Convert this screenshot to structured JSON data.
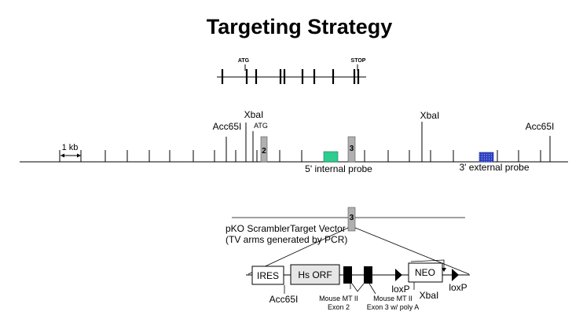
{
  "title": "Targeting Strategy",
  "gene_diagram": {
    "start_label": "ATG",
    "stop_label": "STOP"
  },
  "genomic_map": {
    "scale_label": "1 kb",
    "acc65i_left": "Acc65I",
    "xbai_left": "XbaI",
    "atg_label": "ATG",
    "exon2_label": "2",
    "exon3_label": "3",
    "xbai_right": "XbaI",
    "acc65i_right": "Acc65I",
    "internal_probe_label": "5' internal probe",
    "external_probe_label": "3' external probe"
  },
  "vector": {
    "title_line1": "pKO ScramblerTarget Vector",
    "title_line2": "(TV arms generated by PCR)",
    "exon3_label": "3",
    "ires_label": "IRES",
    "hs_orf_label": "Hs ORF",
    "neo_label": "NEO",
    "acc65i_label": "Acc65I",
    "mt2_ex2_line1": "Mouse MT II",
    "mt2_ex2_line2": "Exon 2",
    "mt2_ex3_line1": "Mouse MT II",
    "mt2_ex3_line2": "Exon 3 w/ poly A",
    "loxp_left": "loxP",
    "xbai_label": "XbaI",
    "loxp_right": "loxP"
  },
  "colors": {
    "internal_probe": "#2ecc8f",
    "external_probe": "#2a3fbf",
    "exon_box": "#b0b0b0",
    "dark_block": "#000000"
  }
}
